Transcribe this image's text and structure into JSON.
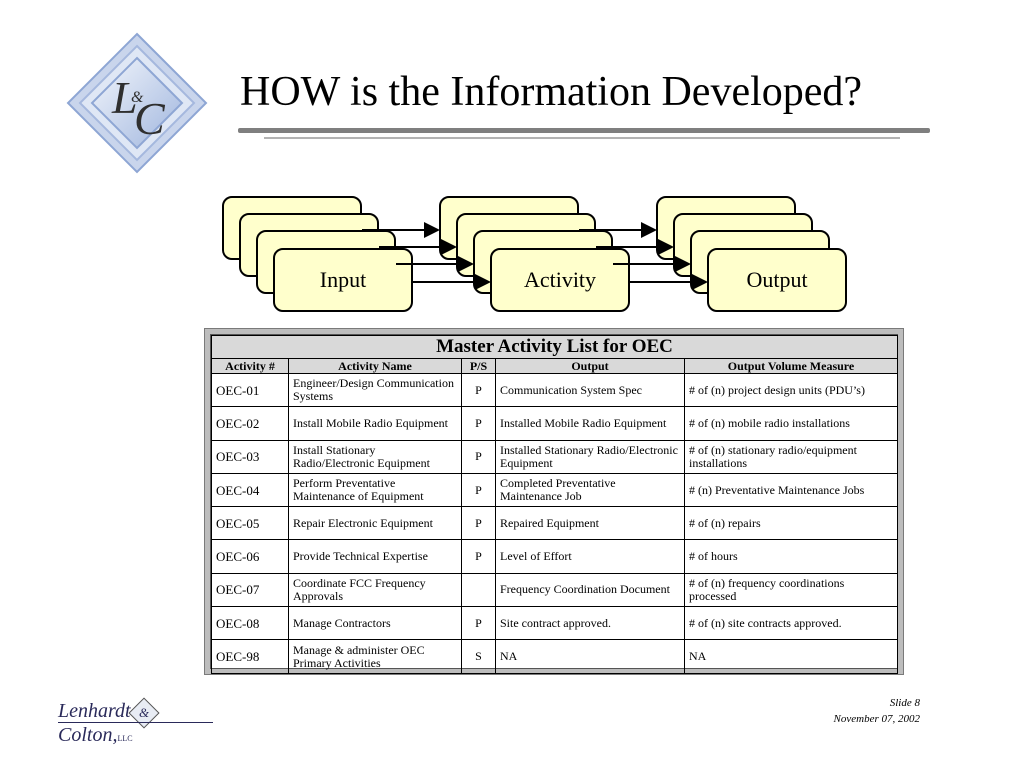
{
  "header": {
    "title": "HOW is the Information Developed?",
    "logo_letters": "L&C"
  },
  "flow": {
    "input_label": "Input",
    "activity_label": "Activity",
    "output_label": "Output"
  },
  "table": {
    "title": "Master Activity List for OEC",
    "columns": [
      "Activity #",
      "Activity Name",
      "P/S",
      "Output",
      "Output Volume Measure"
    ],
    "rows": [
      [
        "OEC-01",
        "Engineer/Design Communication Systems",
        "P",
        "Communication System Spec",
        "# of (n) project design units (PDU’s)"
      ],
      [
        "OEC-02",
        "Install Mobile Radio Equipment",
        "P",
        "Installed Mobile Radio Equipment",
        "# of (n) mobile radio installations"
      ],
      [
        "OEC-03",
        "Install Stationary Radio/Electronic Equipment",
        "P",
        "Installed Stationary Radio/Electronic Equipment",
        "# of (n) stationary radio/equipment installations"
      ],
      [
        "OEC-04",
        "Perform Preventative Maintenance of Equipment",
        "P",
        "Completed Preventative Maintenance Job",
        "# (n) Preventative Maintenance Jobs"
      ],
      [
        "OEC-05",
        "Repair Electronic Equipment",
        "P",
        "Repaired Equipment",
        "# of (n) repairs"
      ],
      [
        "OEC-06",
        "Provide Technical Expertise",
        "P",
        "Level of Effort",
        "# of hours"
      ],
      [
        "OEC-07",
        "Coordinate FCC Frequency Approvals",
        "",
        "Frequency Coordination Document",
        "# of  (n) frequency coordinations processed"
      ],
      [
        "OEC-08",
        "Manage Contractors",
        "P",
        "Site contract approved.",
        "# of  (n) site contracts approved."
      ],
      [
        "OEC-98",
        "Manage & administer OEC Primary Activities",
        "S",
        "NA",
        "NA"
      ]
    ]
  },
  "footer": {
    "company_left": "Lenhardt",
    "company_amp": "&",
    "company_right": "Colton,",
    "company_suffix": "LLC",
    "slide_label": "Slide 8",
    "date": "November 07, 2002"
  },
  "colors": {
    "box_fill": "#ffffcc",
    "logo_blue": "#8ea6d4",
    "rule": "#7f7f7f"
  }
}
